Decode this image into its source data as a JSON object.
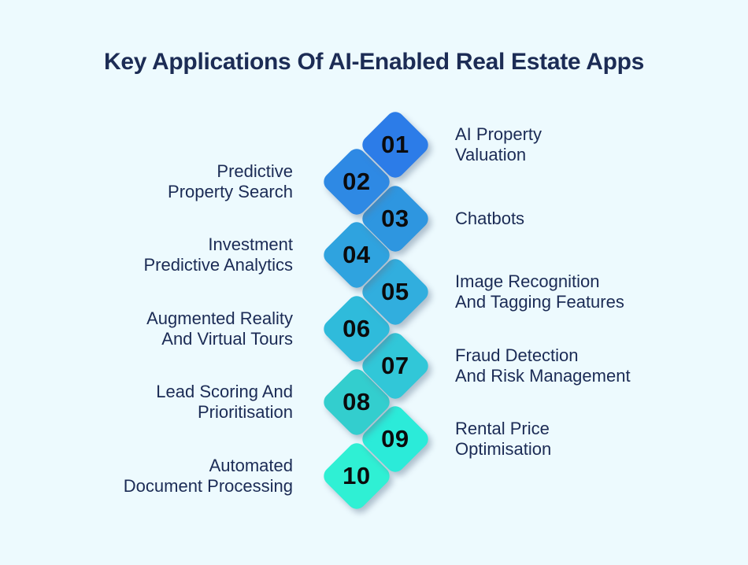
{
  "title": "Key Applications Of AI-Enabled Real Estate Apps",
  "colors": {
    "background": "#EDFAFE",
    "title_text": "#1C2C55",
    "label_text": "#1B2B55",
    "number_text": "#0B0B0C",
    "shadow": "rgba(96,118,145,0.45)"
  },
  "items": [
    {
      "number": "01",
      "color": "#2C7CE8",
      "side": "right",
      "label_line1": "AI Property",
      "label_line2": "Valuation"
    },
    {
      "number": "02",
      "color": "#2E89E4",
      "side": "left",
      "label_line1": "Predictive",
      "label_line2": "Property Search"
    },
    {
      "number": "03",
      "color": "#2E96E0",
      "side": "right",
      "label_line1": "Chatbots",
      "label_line2": ""
    },
    {
      "number": "04",
      "color": "#2FA3DF",
      "side": "left",
      "label_line1": "Investment",
      "label_line2": "Predictive Analytics"
    },
    {
      "number": "05",
      "color": "#31AEDE",
      "side": "right",
      "label_line1": "Image Recognition",
      "label_line2": "And Tagging Features"
    },
    {
      "number": "06",
      "color": "#2FBBDB",
      "side": "left",
      "label_line1": "Augmented Reality",
      "label_line2": "And Virtual Tours"
    },
    {
      "number": "07",
      "color": "#31C7D8",
      "side": "right",
      "label_line1": "Fraud Detection",
      "label_line2": "And Risk Management"
    },
    {
      "number": "08",
      "color": "#33CECE",
      "side": "left",
      "label_line1": "Lead Scoring And",
      "label_line2": "Prioritisation"
    },
    {
      "number": "09",
      "color": "#2BEBD9",
      "side": "right",
      "label_line1": "Rental Price",
      "label_line2": "Optimisation"
    },
    {
      "number": "10",
      "color": "#2FF0D4",
      "side": "left",
      "label_line1": "Automated",
      "label_line2": "Document Processing"
    }
  ]
}
